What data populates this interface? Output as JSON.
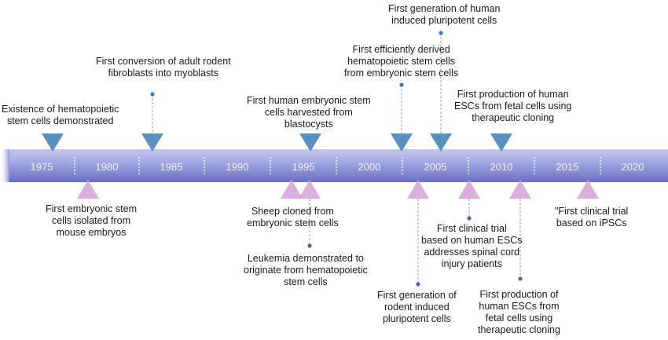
{
  "timeline": {
    "years": [
      "1975",
      "1980",
      "1985",
      "1990",
      "1995",
      "2000",
      "2005",
      "2010",
      "2015",
      "2020"
    ],
    "colors": {
      "bar_top": "#c6c8f0",
      "bar_bottom": "#6b6fc4",
      "arrow_start": "#8f94d6",
      "down_marker": "#5b8fbf",
      "up_marker": "#d7a8d9",
      "down_dot": "#3d7ab8",
      "up_dot": "#8a4c99",
      "leader": "#8aa6c4"
    }
  },
  "events_above": [
    {
      "lines": [
        "Existence of hematopoietic",
        "stem cells demonstrated"
      ]
    },
    {
      "lines": [
        "First conversion of adult rodent",
        "fibroblasts into myoblasts"
      ]
    },
    {
      "lines": [
        "First human embryonic stem",
        "cells harvested from",
        "blastocysts"
      ]
    },
    {
      "lines": [
        "First efficiently derived",
        "hematopoietic stem cells",
        "from embryonic stem cells"
      ]
    },
    {
      "lines": [
        "First generation of human",
        "induced pluripotent cells"
      ]
    },
    {
      "lines": [
        "First production of human",
        "ESCs from fetal cells using",
        "therapeutic cloning"
      ]
    }
  ],
  "events_below": [
    {
      "lines": [
        "First embryonic stem",
        "cells isolated from",
        "mouse embryos"
      ]
    },
    {
      "lines": [
        "Sheep cloned from",
        "embryonic stem cells"
      ]
    },
    {
      "lines": [
        "Leukemia demonstrated to",
        "originate from hematopoietic",
        "stem cells"
      ]
    },
    {
      "lines": [
        "First generation of",
        "rodent induced",
        "pluripotent cells"
      ]
    },
    {
      "lines": [
        "First clinical trial",
        "based on human ESCs",
        "addresses spinal cord",
        "injury patients"
      ]
    },
    {
      "lines": [
        "First production of",
        "human ESCs from",
        "fetal cells using",
        "therapeutic cloning"
      ]
    },
    {
      "lines": [
        "\"First clinical trial",
        "based on iPSCs"
      ]
    }
  ]
}
